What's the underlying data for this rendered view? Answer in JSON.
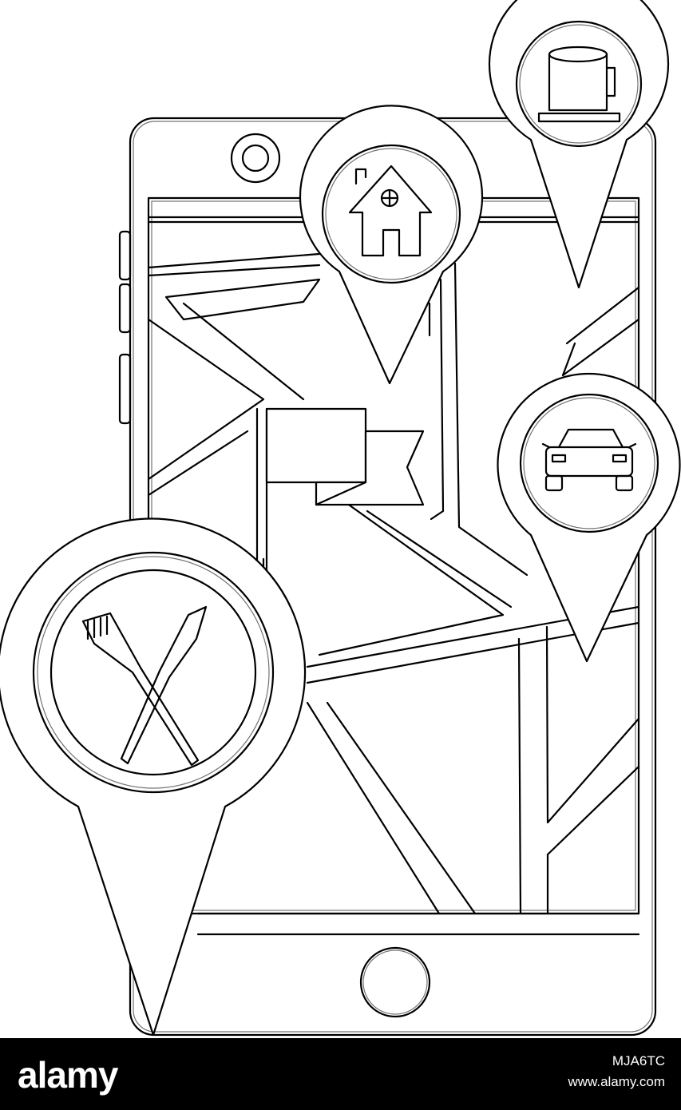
{
  "illustration": {
    "subject": "smartphone-with-map",
    "pins": [
      {
        "id": "gas-station",
        "icon": "fuel-pump-icon"
      },
      {
        "id": "home",
        "icon": "house-icon"
      },
      {
        "id": "car",
        "icon": "car-icon"
      },
      {
        "id": "restaurant",
        "icon": "fork-knife-icon"
      }
    ],
    "flag_icon": "flag-icon",
    "stroke_color": "#000000",
    "background_color": "#ffffff"
  },
  "watermark": {
    "logo": "alamy",
    "image_id": "MJA6TC",
    "url": "www.alamy.com",
    "bar_color": "#000000",
    "text_color": "#ffffff"
  }
}
